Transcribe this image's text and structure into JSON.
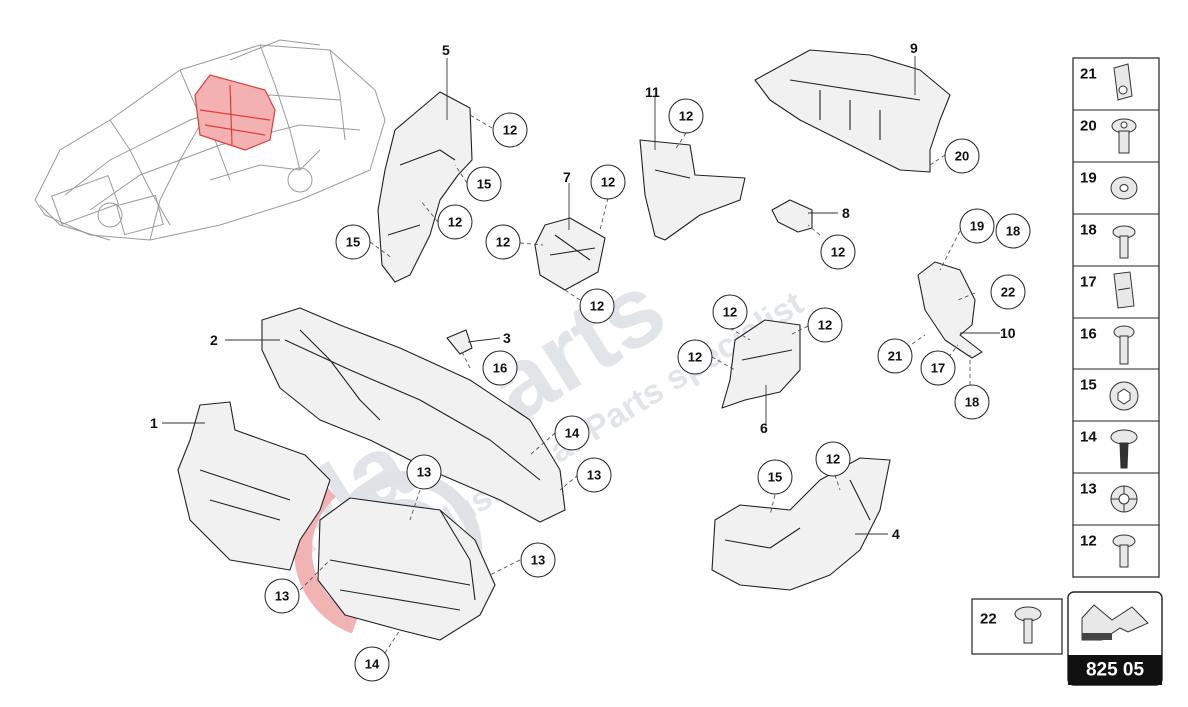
{
  "diagram": {
    "watermark_brand": "Masparts",
    "watermark_tagline": "exclusive car Parts specialist",
    "page_code": "825 05"
  },
  "part_labels": [
    {
      "id": "p1",
      "text": "1"
    },
    {
      "id": "p2",
      "text": "2"
    },
    {
      "id": "p3",
      "text": "3"
    },
    {
      "id": "p4",
      "text": "4"
    },
    {
      "id": "p5",
      "text": "5"
    },
    {
      "id": "p6",
      "text": "6"
    },
    {
      "id": "p7",
      "text": "7"
    },
    {
      "id": "p8",
      "text": "8"
    },
    {
      "id": "p9",
      "text": "9"
    },
    {
      "id": "p10",
      "text": "10"
    },
    {
      "id": "p11",
      "text": "11"
    }
  ],
  "callouts": [
    {
      "id": "c1",
      "text": "12"
    },
    {
      "id": "c2",
      "text": "15"
    },
    {
      "id": "c3",
      "text": "12"
    },
    {
      "id": "c4",
      "text": "15"
    },
    {
      "id": "c5",
      "text": "12"
    },
    {
      "id": "c6",
      "text": "12"
    },
    {
      "id": "c7",
      "text": "12"
    },
    {
      "id": "c8",
      "text": "12"
    },
    {
      "id": "c9",
      "text": "20"
    },
    {
      "id": "c10",
      "text": "12"
    },
    {
      "id": "c11",
      "text": "18"
    },
    {
      "id": "c12",
      "text": "19"
    },
    {
      "id": "c13",
      "text": "22"
    },
    {
      "id": "c14",
      "text": "12"
    },
    {
      "id": "c15",
      "text": "12"
    },
    {
      "id": "c16",
      "text": "12"
    },
    {
      "id": "c17",
      "text": "21"
    },
    {
      "id": "c18",
      "text": "17"
    },
    {
      "id": "c19",
      "text": "18"
    },
    {
      "id": "c20",
      "text": "16"
    },
    {
      "id": "c21",
      "text": "14"
    },
    {
      "id": "c22",
      "text": "13"
    },
    {
      "id": "c23",
      "text": "13"
    },
    {
      "id": "c24",
      "text": "13"
    },
    {
      "id": "c25",
      "text": "13"
    },
    {
      "id": "c26",
      "text": "14"
    },
    {
      "id": "c27",
      "text": "15"
    },
    {
      "id": "c28",
      "text": "12"
    }
  ],
  "legend": [
    {
      "num": "21",
      "icon": "clip-nut-icon"
    },
    {
      "num": "20",
      "icon": "flange-screw-icon"
    },
    {
      "num": "19",
      "icon": "washer-icon"
    },
    {
      "num": "18",
      "icon": "torx-screw-icon"
    },
    {
      "num": "17",
      "icon": "spring-clip-icon"
    },
    {
      "num": "16",
      "icon": "torx-bolt-icon"
    },
    {
      "num": "15",
      "icon": "hex-socket-icon"
    },
    {
      "num": "14",
      "icon": "expansion-rivet-icon"
    },
    {
      "num": "13",
      "icon": "speed-nut-icon"
    },
    {
      "num": "12",
      "icon": "torx-screw-icon"
    }
  ],
  "extra_legend": {
    "num": "22",
    "icon": "washer-screw-icon"
  },
  "colors": {
    "line": "#222222",
    "part_fill": "#f1f1f1",
    "highlight": "#e23a3a",
    "watermark": "#c9ced6",
    "code_box": "#111111"
  }
}
